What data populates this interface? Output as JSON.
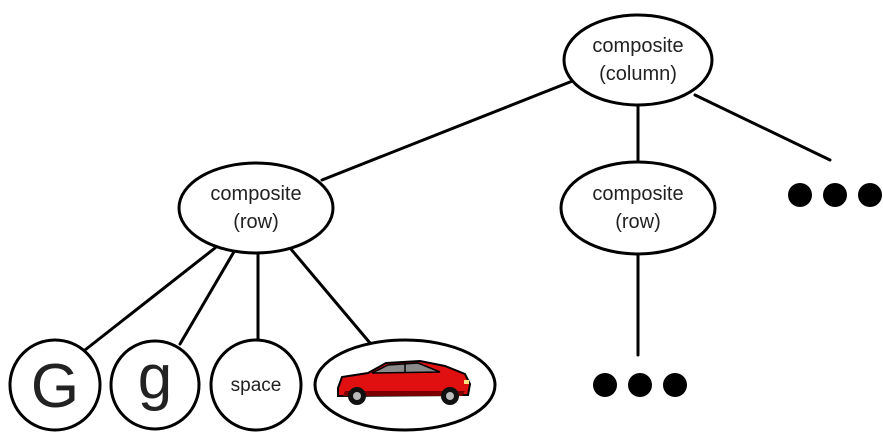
{
  "root": {
    "line1": "composite",
    "line2": "(column)"
  },
  "left_row": {
    "line1": "composite",
    "line2": "(row)"
  },
  "mid_row": {
    "line1": "composite",
    "line2": "(row)"
  },
  "leaves": {
    "upper_g": "G",
    "lower_g": "g",
    "space": "space"
  },
  "icons": {
    "car": "car-image",
    "more_right": "ellipsis-dots",
    "more_bottom": "ellipsis-dots"
  },
  "colors": {
    "stroke": "#000000",
    "car_body": "#e01010"
  }
}
